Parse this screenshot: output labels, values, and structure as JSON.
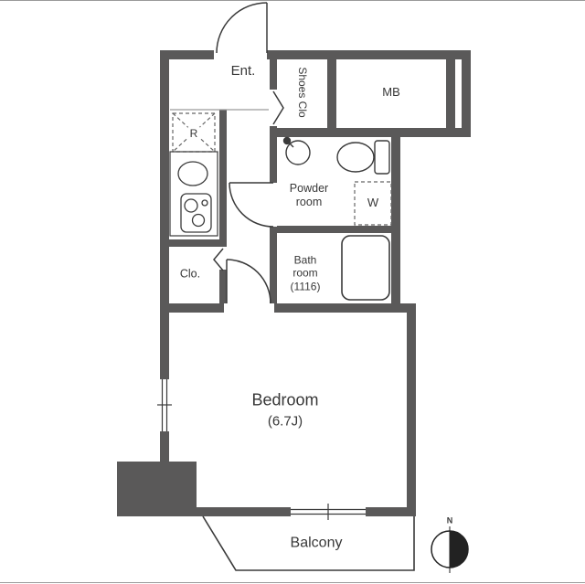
{
  "colors": {
    "wall": "#5a5959",
    "line": "#3a3a3a",
    "dashed": "#666666",
    "text": "#383838"
  },
  "rooms": {
    "entrance": {
      "label": "Ent."
    },
    "shoes_closet": {
      "label": "Shoes Clo"
    },
    "meter_box": {
      "label": "MB"
    },
    "kitchen": {
      "refrigerator_label": "R"
    },
    "powder_room": {
      "label": "Powder room",
      "washer_label": "W"
    },
    "bath_room": {
      "label": "Bath room (1116)"
    },
    "closet": {
      "label": "Clo."
    },
    "bedroom": {
      "label": "Bedroom",
      "size": "(6.7J)"
    },
    "balcony": {
      "label": "Balcony"
    }
  },
  "compass": {
    "north_label": "N"
  }
}
